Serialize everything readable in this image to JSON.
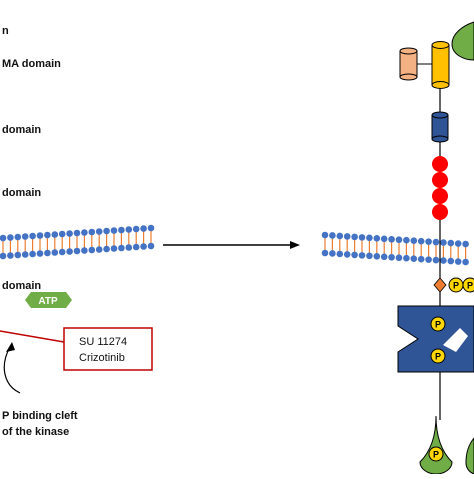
{
  "labels": {
    "top_partial": "n",
    "sema": "MA domain",
    "psi": "domain",
    "ipt": "domain",
    "jm": "domain"
  },
  "atp_label": "ATP",
  "inhibitors": [
    "SU 11274",
    "Crizotinib"
  ],
  "cleft": [
    "P binding cleft",
    "of the kinase"
  ],
  "phospho_label": "P",
  "colors": {
    "sema_alpha": "#f4b183",
    "sema_beta": "#ffc000",
    "psi": "#2f5597",
    "ipt": "#ff0000",
    "membrane_head": "#4472c4",
    "membrane_tail": "#ed7d31",
    "kinase": "#2f5597",
    "phospho": "#ffd700",
    "green": "#70ad47",
    "inhibitor_border": "#c00000"
  }
}
